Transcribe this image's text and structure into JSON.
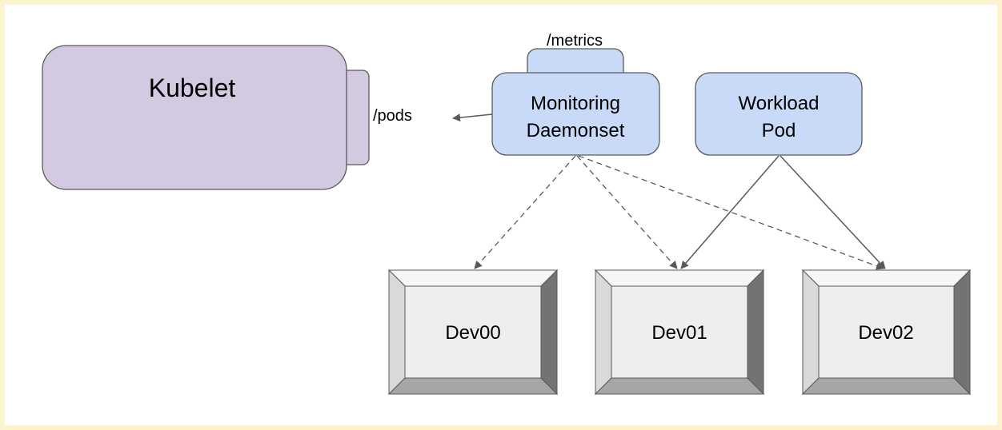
{
  "colors": {
    "page_border": "#fdf3cf",
    "kubelet_fill": "#d3cae2",
    "pod_fill": "#c9daf8",
    "device_face": "#eeeeee",
    "stroke": "#595959"
  },
  "kubelet": {
    "label": "Kubelet",
    "endpoint_label": "/pods"
  },
  "monitoring": {
    "line1": "Monitoring",
    "line2": "Daemonset",
    "endpoint_label": "/metrics"
  },
  "workload": {
    "line1": "Workload",
    "line2": "Pod"
  },
  "devices": [
    {
      "label": "Dev00"
    },
    {
      "label": "Dev01"
    },
    {
      "label": "Dev02"
    }
  ]
}
